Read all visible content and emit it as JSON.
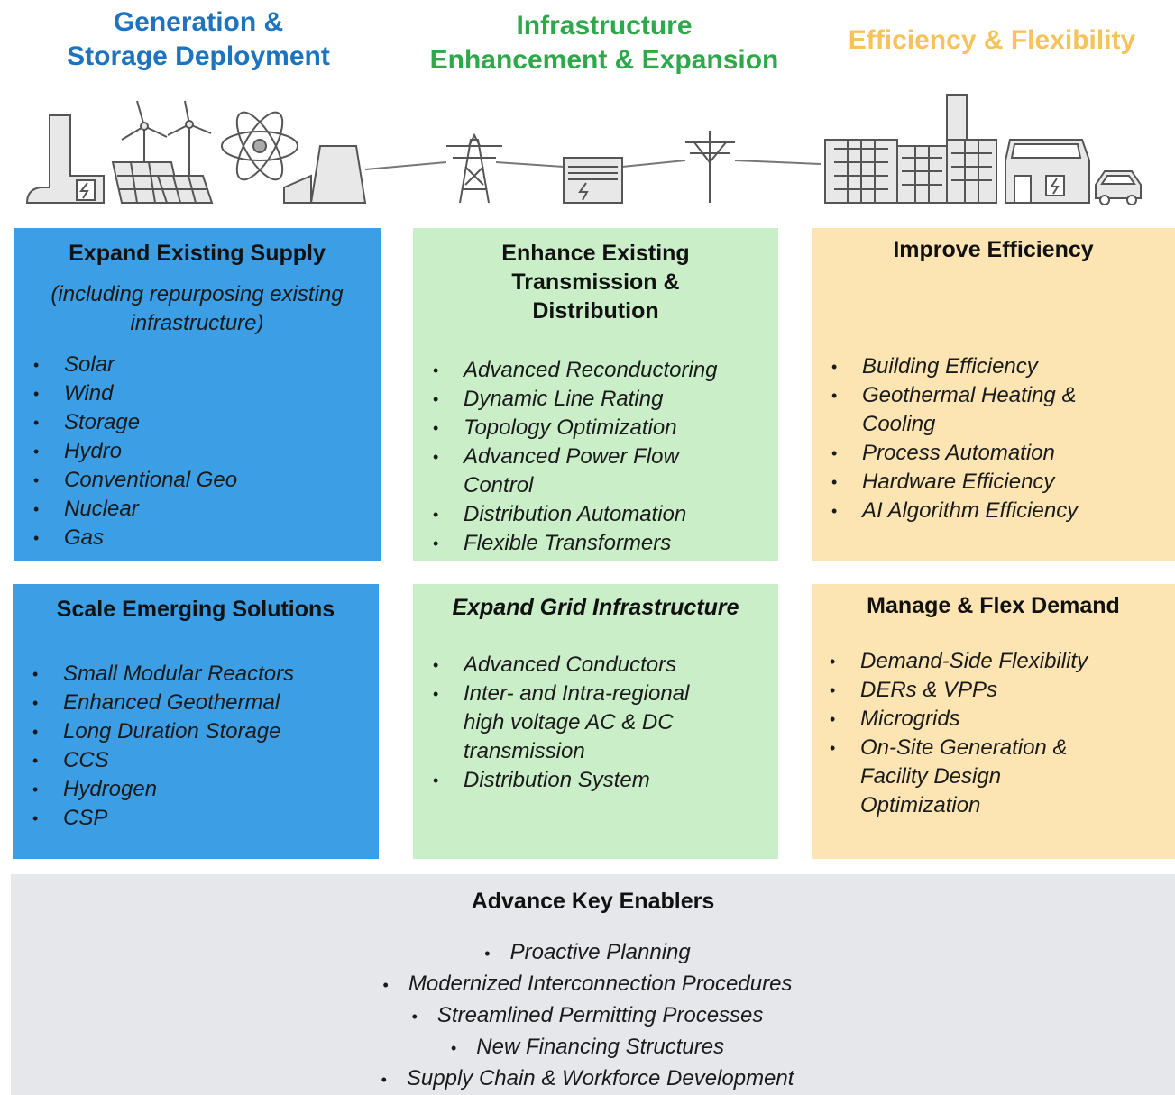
{
  "headers": {
    "generation": [
      "Generation &",
      "Storage Deployment"
    ],
    "infrastructure": [
      "Infrastructure",
      "Enhancement & Expansion"
    ],
    "efficiency": "Efficiency & Flexibility"
  },
  "colors": {
    "generation": "#1e73be",
    "infrastructure": "#2fa84a",
    "efficiency": "#f6c35b",
    "blue_box": "#3c9fe6",
    "green_box": "#caeec8",
    "orange_box": "#fde5b3",
    "gray_box": "#e5e7ea"
  },
  "icons": [
    "power-plant-icon",
    "wind-turbine-icon",
    "solar-panel-icon",
    "atom-icon",
    "factory-icon",
    "transmission-tower-icon",
    "substation-icon",
    "utility-pole-icon",
    "office-building-icon",
    "house-icon",
    "electric-car-icon"
  ],
  "boxes": {
    "expand_supply": {
      "title": "Expand Existing Supply",
      "subtitle": [
        "(including repurposing existing",
        "infrastructure)"
      ],
      "items": [
        "Solar",
        "Wind",
        "Storage",
        "Hydro",
        "Conventional Geo",
        "Nuclear",
        "Gas"
      ]
    },
    "enhance_td": {
      "title": [
        "Enhance Existing",
        "Transmission  &",
        "Distribution"
      ],
      "items": [
        "Advanced Reconductoring",
        "Dynamic Line Rating",
        "Topology Optimization",
        "Advanced Power Flow\nControl",
        "Distribution Automation",
        "Flexible Transformers"
      ]
    },
    "improve_efficiency": {
      "title": "Improve Efficiency",
      "items": [
        "Building Efficiency",
        "Geothermal Heating &\nCooling",
        "Process Automation",
        "Hardware Efficiency",
        "AI Algorithm Efficiency"
      ]
    },
    "scale_emerging": {
      "title": "Scale Emerging Solutions",
      "items": [
        "Small Modular Reactors",
        "Enhanced Geothermal",
        "Long Duration Storage",
        "CCS",
        "Hydrogen",
        "CSP"
      ]
    },
    "expand_grid": {
      "title": "Expand Grid Infrastructure",
      "items": [
        "Advanced Conductors",
        "Inter- and Intra-regional\nhigh voltage AC & DC\ntransmission",
        "Distribution System"
      ]
    },
    "manage_demand": {
      "title": "Manage & Flex Demand",
      "items": [
        "Demand-Side Flexibility",
        "DERs & VPPs",
        "Microgrids",
        "On-Site Generation &\nFacility Design\nOptimization"
      ]
    },
    "key_enablers": {
      "title": "Advance Key Enablers",
      "items": [
        "Proactive Planning",
        "Modernized Interconnection Procedures",
        "Streamlined Permitting Processes",
        "New Financing Structures",
        "Supply Chain & Workforce Development"
      ]
    }
  }
}
